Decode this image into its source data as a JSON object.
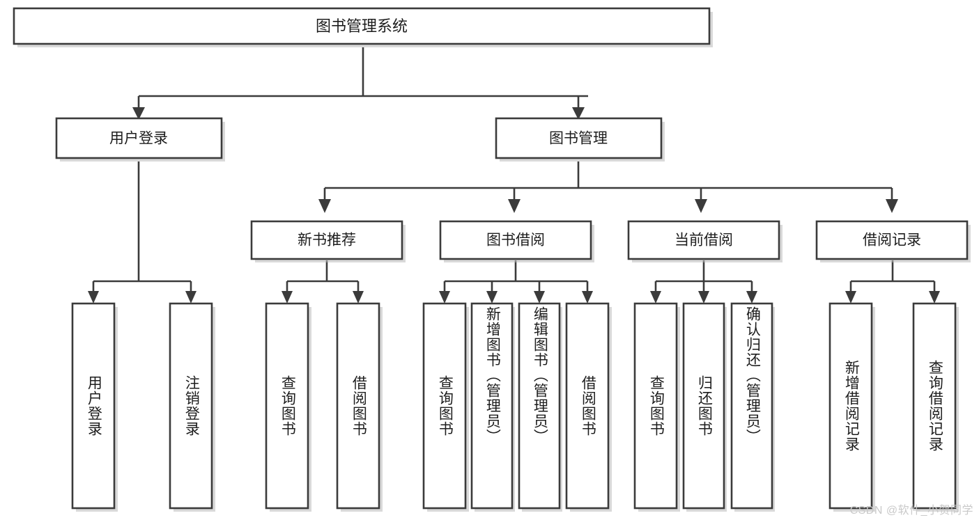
{
  "diagram": {
    "type": "tree-hierarchy",
    "title": "图书管理系统",
    "watermark": "CSDN @软件_小贺同学",
    "colors": {
      "stroke": "#3b3b3b",
      "fill": "#ffffff",
      "text": "#1d1d1d",
      "shadow": "#b9b9b9",
      "watermark": "#c9c9c9",
      "background": "#ffffff"
    },
    "levels": [
      {
        "level": 1,
        "nodes": [
          {
            "id": "root",
            "label": "图书管理系统",
            "orientation": "horizontal"
          }
        ]
      },
      {
        "level": 2,
        "nodes": [
          {
            "id": "user-login",
            "label": "用户登录",
            "orientation": "horizontal",
            "parent": "root"
          },
          {
            "id": "book-manage",
            "label": "图书管理",
            "orientation": "horizontal",
            "parent": "root"
          }
        ]
      },
      {
        "level": 3,
        "nodes": [
          {
            "id": "new-book-rec",
            "label": "新书推荐",
            "orientation": "horizontal",
            "parent": "book-manage"
          },
          {
            "id": "book-borrow",
            "label": "图书借阅",
            "orientation": "horizontal",
            "parent": "book-manage"
          },
          {
            "id": "current-borrow",
            "label": "当前借阅",
            "orientation": "horizontal",
            "parent": "book-manage"
          },
          {
            "id": "borrow-record",
            "label": "借阅记录",
            "orientation": "horizontal",
            "parent": "book-manage"
          }
        ]
      },
      {
        "level": 4,
        "nodes": [
          {
            "id": "leaf-user-login",
            "label": "用户登录",
            "orientation": "vertical",
            "parent": "user-login"
          },
          {
            "id": "leaf-logout",
            "label": "注销登录",
            "orientation": "vertical",
            "parent": "user-login"
          },
          {
            "id": "leaf-query-book-1",
            "label": "查询图书",
            "orientation": "vertical",
            "parent": "new-book-rec"
          },
          {
            "id": "leaf-borrow-book-1",
            "label": "借阅图书",
            "orientation": "vertical",
            "parent": "new-book-rec"
          },
          {
            "id": "leaf-query-book-2",
            "label": "查询图书",
            "orientation": "vertical",
            "parent": "book-borrow"
          },
          {
            "id": "leaf-add-book",
            "label": "新增图书（管理员）",
            "orientation": "vertical",
            "parent": "book-borrow"
          },
          {
            "id": "leaf-edit-book",
            "label": "编辑图书（管理员）",
            "orientation": "vertical",
            "parent": "book-borrow"
          },
          {
            "id": "leaf-borrow-book-2",
            "label": "借阅图书",
            "orientation": "vertical",
            "parent": "book-borrow"
          },
          {
            "id": "leaf-query-book-3",
            "label": "查询图书",
            "orientation": "vertical",
            "parent": "current-borrow"
          },
          {
            "id": "leaf-return-book",
            "label": "归还图书",
            "orientation": "vertical",
            "parent": "current-borrow"
          },
          {
            "id": "leaf-confirm-return",
            "label": "确认归还（管理员）",
            "orientation": "vertical",
            "parent": "current-borrow"
          },
          {
            "id": "leaf-add-record",
            "label": "新增借阅记录",
            "orientation": "vertical",
            "parent": "borrow-record"
          },
          {
            "id": "leaf-query-record",
            "label": "查询借阅记录",
            "orientation": "vertical",
            "parent": "borrow-record"
          }
        ]
      }
    ]
  }
}
